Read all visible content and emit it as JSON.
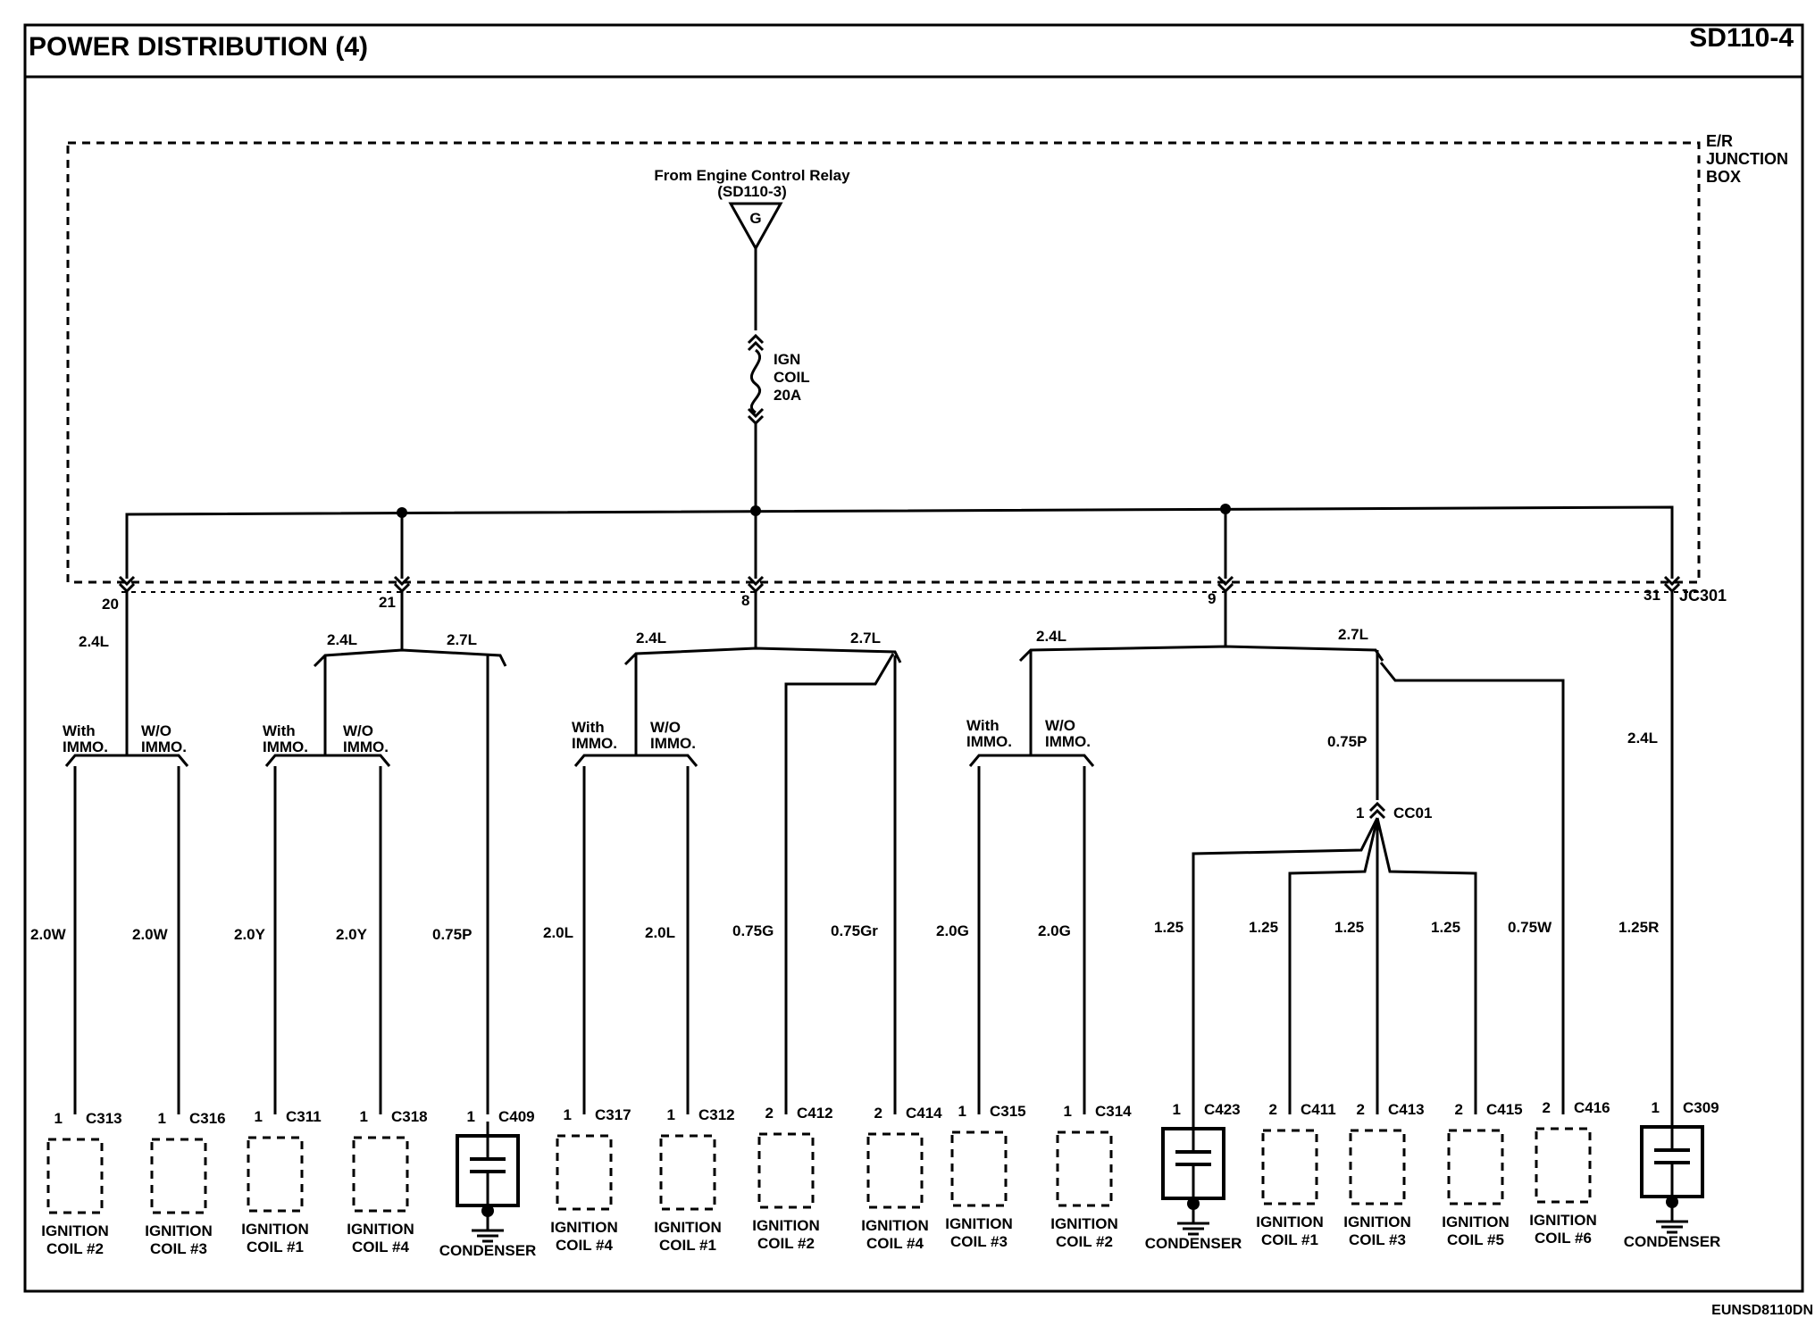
{
  "header": {
    "title": "POWER DISTRIBUTION (4)",
    "code": "SD110-4"
  },
  "footer": {
    "code": "EUNSD8110DN"
  },
  "junction_box": {
    "label": [
      "E/R",
      "JUNCTION",
      "BOX"
    ],
    "connector": "JC301"
  },
  "source": {
    "line1": "From Engine Control Relay",
    "line2": "(SD110-3)",
    "terminal": "G"
  },
  "fuse": {
    "lines": [
      "IGN",
      "COIL",
      "20A"
    ]
  },
  "terminals": {
    "t20": "20",
    "t21": "21",
    "t8": "8",
    "t9": "9",
    "t31": "31",
    "cc01_pin": "1",
    "cc01": "CC01"
  },
  "options": {
    "with1": "With",
    "with2": "IMMO.",
    "wo1": "W/O",
    "wo2": "IMMO."
  },
  "wires": {
    "w1": "2.4L",
    "w2": "2.4L",
    "w3": "2.7L",
    "w4": "2.4L",
    "w5": "2.7L",
    "w6": "2.4L",
    "w7": "2.7L",
    "w8": "2.4L",
    "w9": "0.75P",
    "c313": "2.0W",
    "c316": "2.0W",
    "c311": "2.0Y",
    "c318": "2.0Y",
    "c409": "0.75P",
    "c317": "2.0L",
    "c312": "2.0L",
    "c412": "0.75G",
    "c414": "0.75Gr",
    "c315": "2.0G",
    "c314": "2.0G",
    "c423": "1.25",
    "c411": "1.25",
    "c413": "1.25",
    "c415": "1.25",
    "c416": "0.75W",
    "c309": "1.25R"
  },
  "connectors": [
    {
      "pin": "1",
      "name": "C313",
      "label1": "IGNITION",
      "label2": "COIL #2"
    },
    {
      "pin": "1",
      "name": "C316",
      "label1": "IGNITION",
      "label2": "COIL #3"
    },
    {
      "pin": "1",
      "name": "C311",
      "label1": "IGNITION",
      "label2": "COIL #1"
    },
    {
      "pin": "1",
      "name": "C318",
      "label1": "IGNITION",
      "label2": "COIL #4"
    },
    {
      "pin": "1",
      "name": "C409",
      "label1": "CONDENSER",
      "label2": ""
    },
    {
      "pin": "1",
      "name": "C317",
      "label1": "IGNITION",
      "label2": "COIL #4"
    },
    {
      "pin": "1",
      "name": "C312",
      "label1": "IGNITION",
      "label2": "COIL #1"
    },
    {
      "pin": "2",
      "name": "C412",
      "label1": "IGNITION",
      "label2": "COIL #2"
    },
    {
      "pin": "2",
      "name": "C414",
      "label1": "IGNITION",
      "label2": "COIL #4"
    },
    {
      "pin": "1",
      "name": "C315",
      "label1": "IGNITION",
      "label2": "COIL #3"
    },
    {
      "pin": "1",
      "name": "C314",
      "label1": "IGNITION",
      "label2": "COIL #2"
    },
    {
      "pin": "1",
      "name": "C423",
      "label1": "CONDENSER",
      "label2": ""
    },
    {
      "pin": "2",
      "name": "C411",
      "label1": "IGNITION",
      "label2": "COIL #1"
    },
    {
      "pin": "2",
      "name": "C413",
      "label1": "IGNITION",
      "label2": "COIL #3"
    },
    {
      "pin": "2",
      "name": "C415",
      "label1": "IGNITION",
      "label2": "COIL #5"
    },
    {
      "pin": "2",
      "name": "C416",
      "label1": "IGNITION",
      "label2": "COIL #6"
    },
    {
      "pin": "1",
      "name": "C309",
      "label1": "CONDENSER",
      "label2": ""
    }
  ]
}
